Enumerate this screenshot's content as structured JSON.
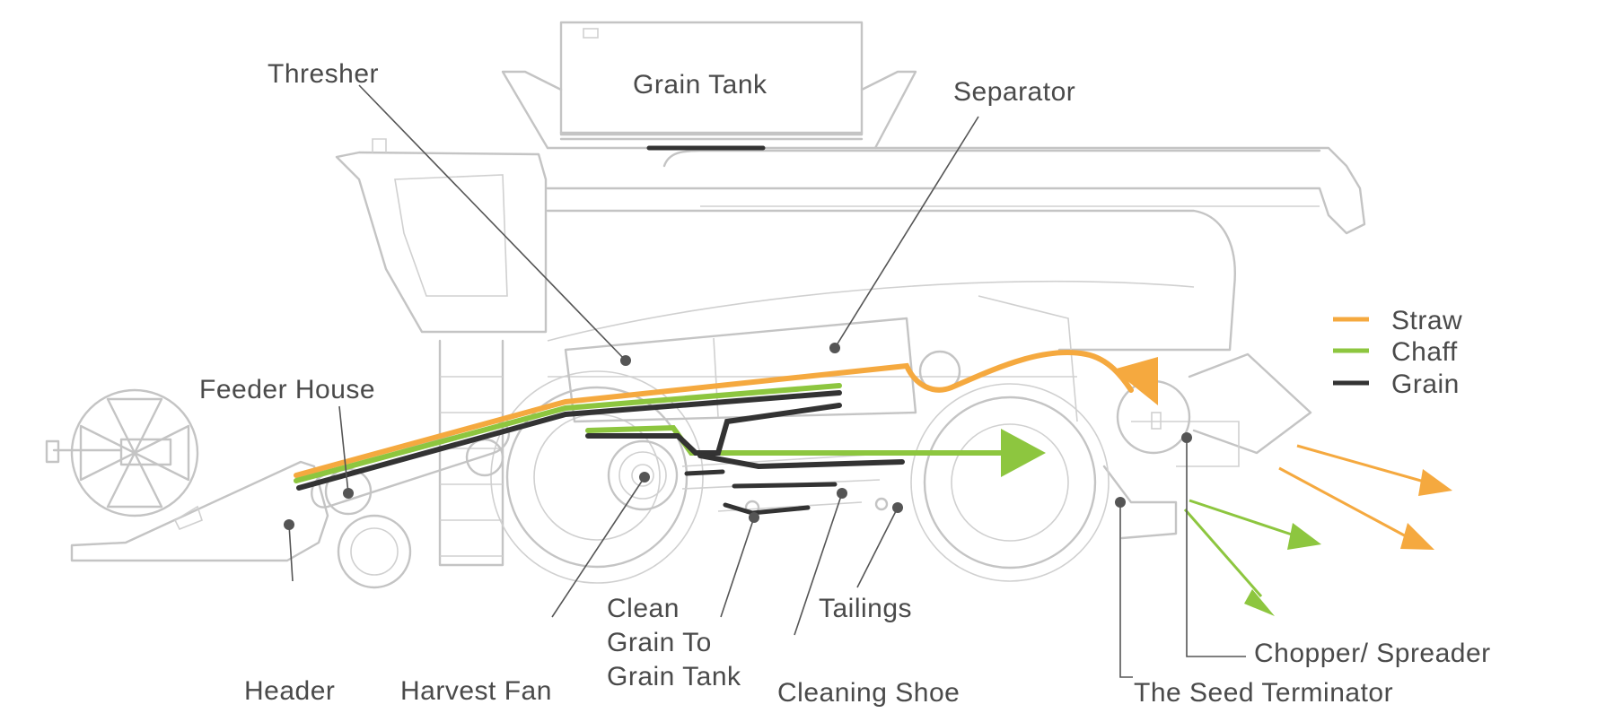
{
  "labels": {
    "thresher": "Thresher",
    "grain_tank": "Grain Tank",
    "separator": "Separator",
    "feeder_house": "Feeder House",
    "header": "Header",
    "harvest_fan": "Harvest Fan",
    "clean_grain_1": "Clean",
    "clean_grain_2": "Grain To",
    "clean_grain_3": "Grain Tank",
    "tailings": "Tailings",
    "cleaning_shoe": "Cleaning Shoe",
    "chopper_spreader": "Chopper/ Spreader",
    "seed_terminator": "The Seed Terminator"
  },
  "legend": {
    "items": [
      {
        "label": "Straw",
        "color": "#f5a93f"
      },
      {
        "label": "Chaff",
        "color": "#8dc63f"
      },
      {
        "label": "Grain",
        "color": "#333333"
      }
    ]
  },
  "colors": {
    "straw": "#f5a93f",
    "chaff": "#8dc63f",
    "grain": "#333333",
    "outline": "#c4c4c4",
    "text": "#4a4a4a"
  }
}
